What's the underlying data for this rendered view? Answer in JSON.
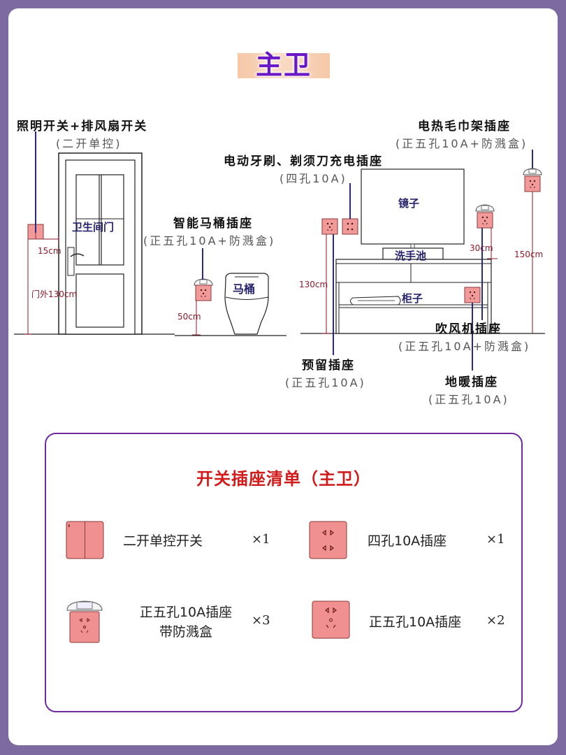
{
  "page_title": "主卫",
  "colors": {
    "background": "#7d6aa0",
    "title": "#6a17c8",
    "title_highlight": "#f6c8a8",
    "outlet_fill": "#f29a9a",
    "leader_line": "#2a2a80",
    "dimension_line": "#8b1a2a",
    "list_title": "#d11a1a",
    "list_border": "#6f2a9e"
  },
  "diagram": {
    "annotations": [
      {
        "id": "light-fan-switch",
        "label": "照明开关+排风扇开关",
        "spec": "(二开单控)"
      },
      {
        "id": "toothbrush-outlet",
        "label": "电动牙刷、剃须刀充电插座",
        "spec": "(四孔10A)"
      },
      {
        "id": "smart-toilet-outlet",
        "label": "智能马桶插座",
        "spec": "(正五孔10A+防溅盒)"
      },
      {
        "id": "towel-rack-outlet",
        "label": "电热毛巾架插座",
        "spec": "(正五孔10A+防溅盒)"
      },
      {
        "id": "hairdryer-outlet",
        "label": "吹风机插座",
        "spec": "(正五孔10A+防溅盒)"
      },
      {
        "id": "reserved-outlet",
        "label": "预留插座",
        "spec": "(正五孔10A)"
      },
      {
        "id": "floor-heating-outlet",
        "label": "地暖插座",
        "spec": "(正五孔10A)"
      }
    ],
    "objects": {
      "door": "卫生间门",
      "toilet": "马桶",
      "mirror": "镜子",
      "sink": "洗手池",
      "cabinet": "柜子"
    },
    "dimensions": {
      "switch_offset": "15cm",
      "switch_height": "门外130cm",
      "toilet_outlet_height": "50cm",
      "sink_outlet_height": "130cm",
      "hairdryer_above_counter": "30cm",
      "towel_rack_height": "150cm"
    }
  },
  "checklist": {
    "title": "开关插座清单（主卫）",
    "items": [
      {
        "icon": "double-switch-icon",
        "name": "二开单控开关",
        "qty": "×1"
      },
      {
        "icon": "four-hole-outlet-icon",
        "name": "四孔10A插座",
        "qty": "×1"
      },
      {
        "icon": "splash-box-outlet-icon",
        "name_line1": "正五孔10A插座",
        "name_line2": "带防溅盒",
        "qty": "×3"
      },
      {
        "icon": "five-hole-outlet-icon",
        "name": "正五孔10A插座",
        "qty": "×2"
      }
    ]
  }
}
